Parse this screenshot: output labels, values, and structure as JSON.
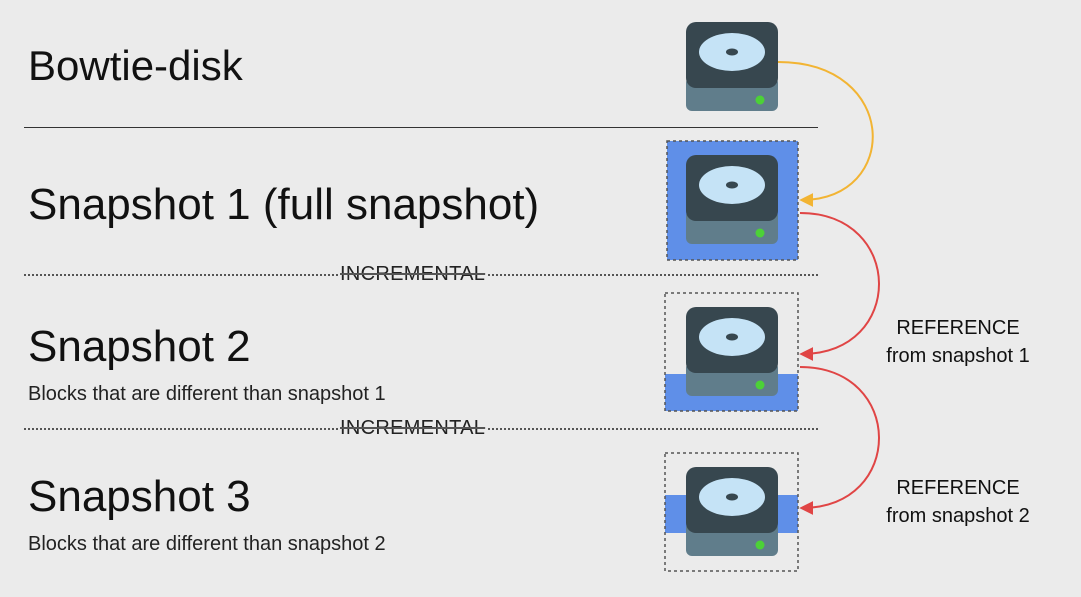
{
  "title": "Bowtie-disk",
  "separator_label_1": "INCREMENTAL",
  "separator_label_2": "INCREMENTAL",
  "snapshots": [
    {
      "title": "Snapshot 1 (full snapshot)",
      "subtitle": "",
      "fill": "full"
    },
    {
      "title": "Snapshot 2",
      "subtitle": "Blocks that are different than snapshot 1",
      "fill": "bottom"
    },
    {
      "title": "Snapshot 3",
      "subtitle": "Blocks that are different than snapshot 2",
      "fill": "middle"
    }
  ],
  "references": [
    {
      "line1": "REFERENCE",
      "line2": "from snapshot 1"
    },
    {
      "line1": "REFERENCE",
      "line2": "from snapshot 2"
    }
  ],
  "colors": {
    "background": "#ebebeb",
    "disk_top": "#37474f",
    "disk_body": "#607d8b",
    "platter": "#c5e3f6",
    "led": "#4cd137",
    "snapshot_fill": "#5f8fe8",
    "arrow_source": "#f2b433",
    "arrow_reference": "#e04545"
  }
}
